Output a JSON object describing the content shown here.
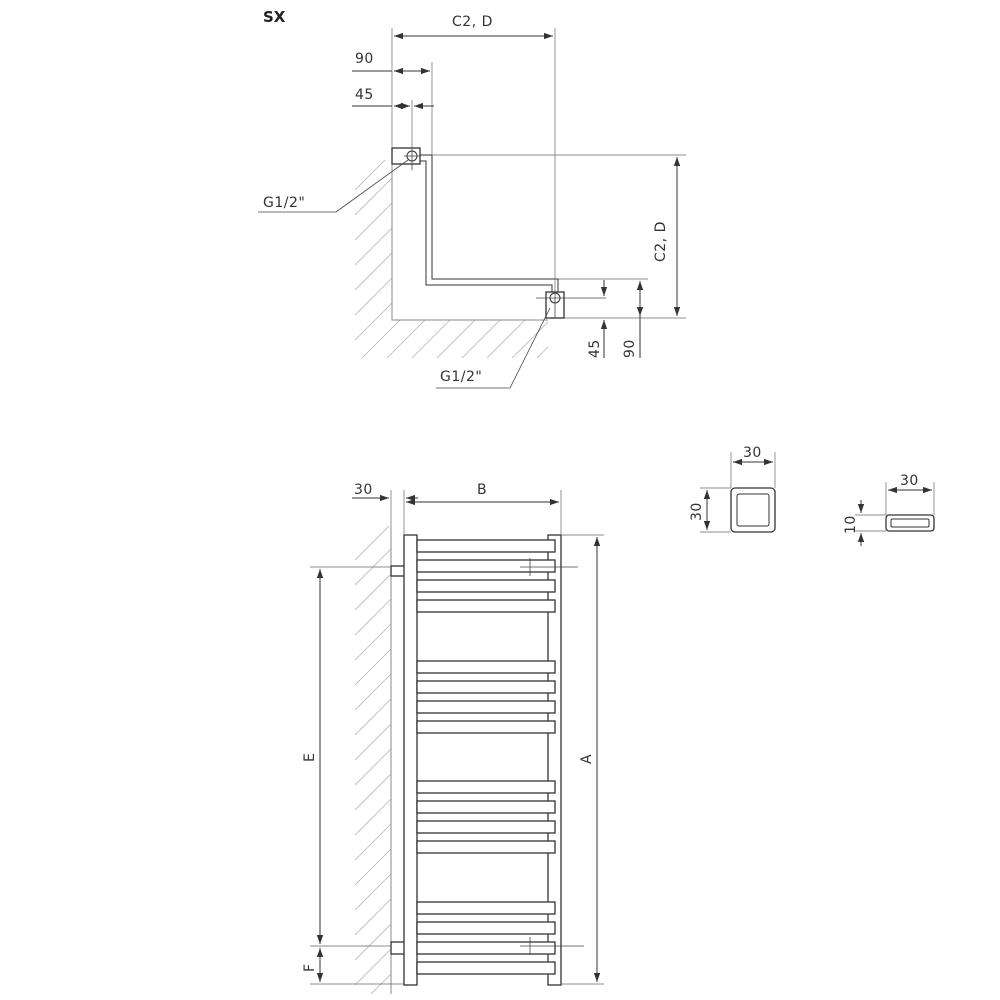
{
  "title": "SX",
  "top_view": {
    "dims": {
      "overall_width": "C2, D",
      "offset_90": "90",
      "offset_45": "45",
      "connection_top": "G1/2\"",
      "vertical_drop": "C2, D",
      "bottom_45": "45",
      "bottom_90": "90",
      "connection_bottom": "G1/2\""
    }
  },
  "front_view": {
    "dims": {
      "wall_gap": "30",
      "width": "B",
      "height": "A",
      "spacing": "E",
      "foot": "F"
    }
  },
  "profiles": {
    "square": {
      "width": "30",
      "height": "30"
    },
    "flat": {
      "width": "30",
      "height": "10"
    }
  },
  "colors": {
    "line": "#333333",
    "hatch": "#bbbbbb",
    "background": "#ffffff"
  }
}
